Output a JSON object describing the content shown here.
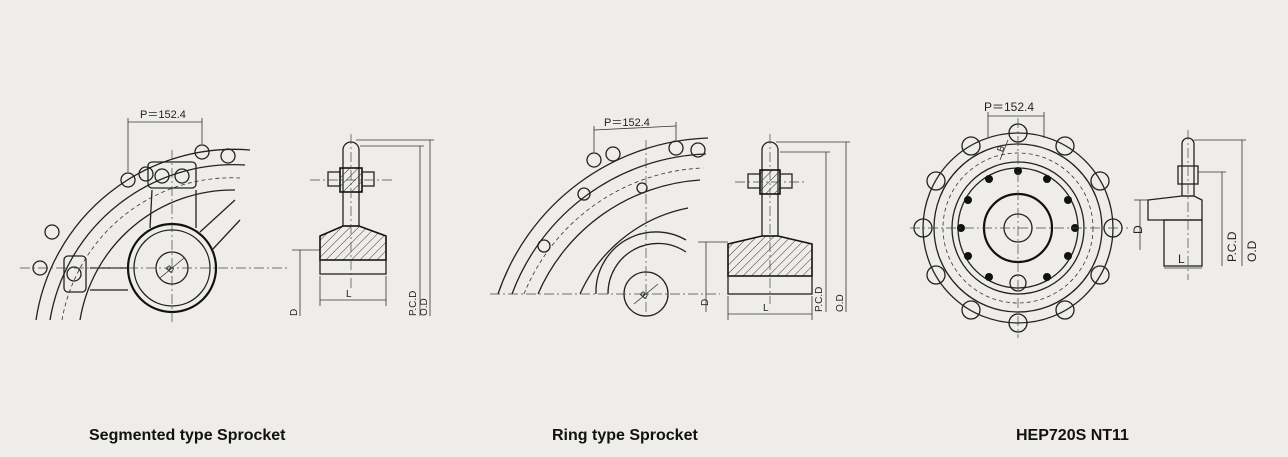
{
  "figures": [
    {
      "caption": "Segmented type Sprocket",
      "pitch_label": "P＝152.4",
      "bore_label": "B",
      "dim_labels": {
        "d": "D",
        "l": "L",
        "pcd": "P.C.D",
        "od": "O.D"
      }
    },
    {
      "caption": "Ring type Sprocket",
      "pitch_label": "P＝152.4",
      "bore_label": "B",
      "dim_labels": {
        "d": "D",
        "l": "L",
        "pcd": "P.C.D",
        "od": "O.D"
      }
    },
    {
      "caption": "HEP720S NT11",
      "pitch_label": "P＝152.4",
      "bore_label": "B",
      "dim_labels": {
        "d": "D",
        "l": "L",
        "pcd": "P.C.D",
        "od": "O.D"
      }
    }
  ]
}
